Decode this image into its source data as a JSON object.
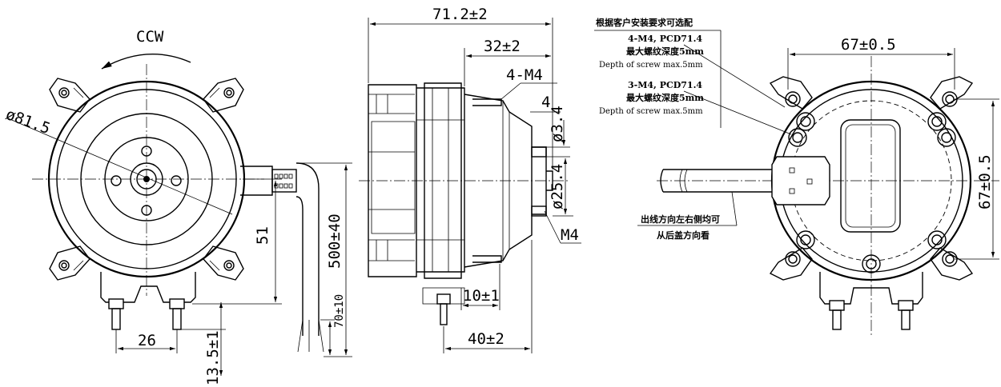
{
  "front_view": {
    "rotation_label": "CCW",
    "diameter_label": "ø81.5",
    "height_label": "51",
    "lead_length_label": "500±40",
    "strip_length_label": "70±10",
    "terminal_spacing_label": "26",
    "terminal_length_label": "13.5±1"
  },
  "side_view": {
    "overall_length_label": "71.2±2",
    "mount_length_label": "32±2",
    "thread_label": "4-M4",
    "pin_length_label": "4",
    "shaft_diameter_label": "ø3.4",
    "boss_diameter_label": "ø25.4",
    "center_thread_label": "M4",
    "terminal_offset_label": "10±1",
    "bracket_length_label": "40±2"
  },
  "rear_view": {
    "option_note": "根据客户安装要求可选配",
    "spec_a_title": "4-M4, PCD71.4",
    "spec_a_cn": "最大螺纹深度5mm",
    "spec_a_en": "Depth of screw max.5mm",
    "spec_b_title": "3-M4, PCD71.4",
    "spec_b_cn": "最大螺纹深度5mm",
    "spec_b_en": "Depth of screw max.5mm",
    "width_label": "67±0.5",
    "height_label": "67±0.5",
    "outlet_note_1": "出线方向左右侧均可",
    "outlet_note_2": "从后盖方向看"
  }
}
